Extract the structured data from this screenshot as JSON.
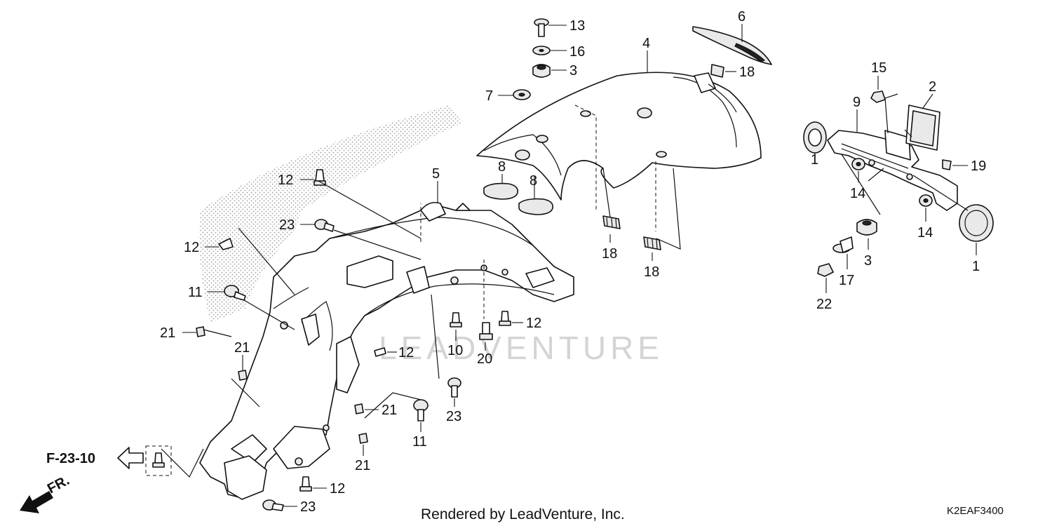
{
  "diagram": {
    "callouts": [
      {
        "id": "c13",
        "label": "13"
      },
      {
        "id": "c16",
        "label": "16"
      },
      {
        "id": "c3a",
        "label": "3"
      },
      {
        "id": "c7",
        "label": "7"
      },
      {
        "id": "c4",
        "label": "4"
      },
      {
        "id": "c6",
        "label": "6"
      },
      {
        "id": "c18a",
        "label": "18"
      },
      {
        "id": "c8a",
        "label": "8"
      },
      {
        "id": "c8b",
        "label": "8"
      },
      {
        "id": "c5",
        "label": "5"
      },
      {
        "id": "c12a",
        "label": "12"
      },
      {
        "id": "c23a",
        "label": "23"
      },
      {
        "id": "c12b",
        "label": "12"
      },
      {
        "id": "c11a",
        "label": "11"
      },
      {
        "id": "c21a",
        "label": "21"
      },
      {
        "id": "c21b",
        "label": "21"
      },
      {
        "id": "c18b",
        "label": "18"
      },
      {
        "id": "c18c",
        "label": "18"
      },
      {
        "id": "c10",
        "label": "10"
      },
      {
        "id": "c20",
        "label": "20"
      },
      {
        "id": "c12c",
        "label": "12"
      },
      {
        "id": "c12d",
        "label": "12"
      },
      {
        "id": "c23b",
        "label": "23"
      },
      {
        "id": "c21c",
        "label": "21"
      },
      {
        "id": "c11b",
        "label": "11"
      },
      {
        "id": "c21d",
        "label": "21"
      },
      {
        "id": "c12e",
        "label": "12"
      },
      {
        "id": "c23c",
        "label": "23"
      },
      {
        "id": "c15",
        "label": "15"
      },
      {
        "id": "c2",
        "label": "2"
      },
      {
        "id": "c9",
        "label": "9"
      },
      {
        "id": "c1a",
        "label": "1"
      },
      {
        "id": "c19",
        "label": "19"
      },
      {
        "id": "c14a",
        "label": "14"
      },
      {
        "id": "c14b",
        "label": "14"
      },
      {
        "id": "c1b",
        "label": "1"
      },
      {
        "id": "c3b",
        "label": "3"
      },
      {
        "id": "c17",
        "label": "17"
      },
      {
        "id": "c22",
        "label": "22"
      }
    ],
    "reference": "F-23-10",
    "front_label": "FR.",
    "watermark": "LEADVENTURE",
    "footer": "Rendered by LeadVenture, Inc.",
    "code": "K2EAF3400"
  }
}
